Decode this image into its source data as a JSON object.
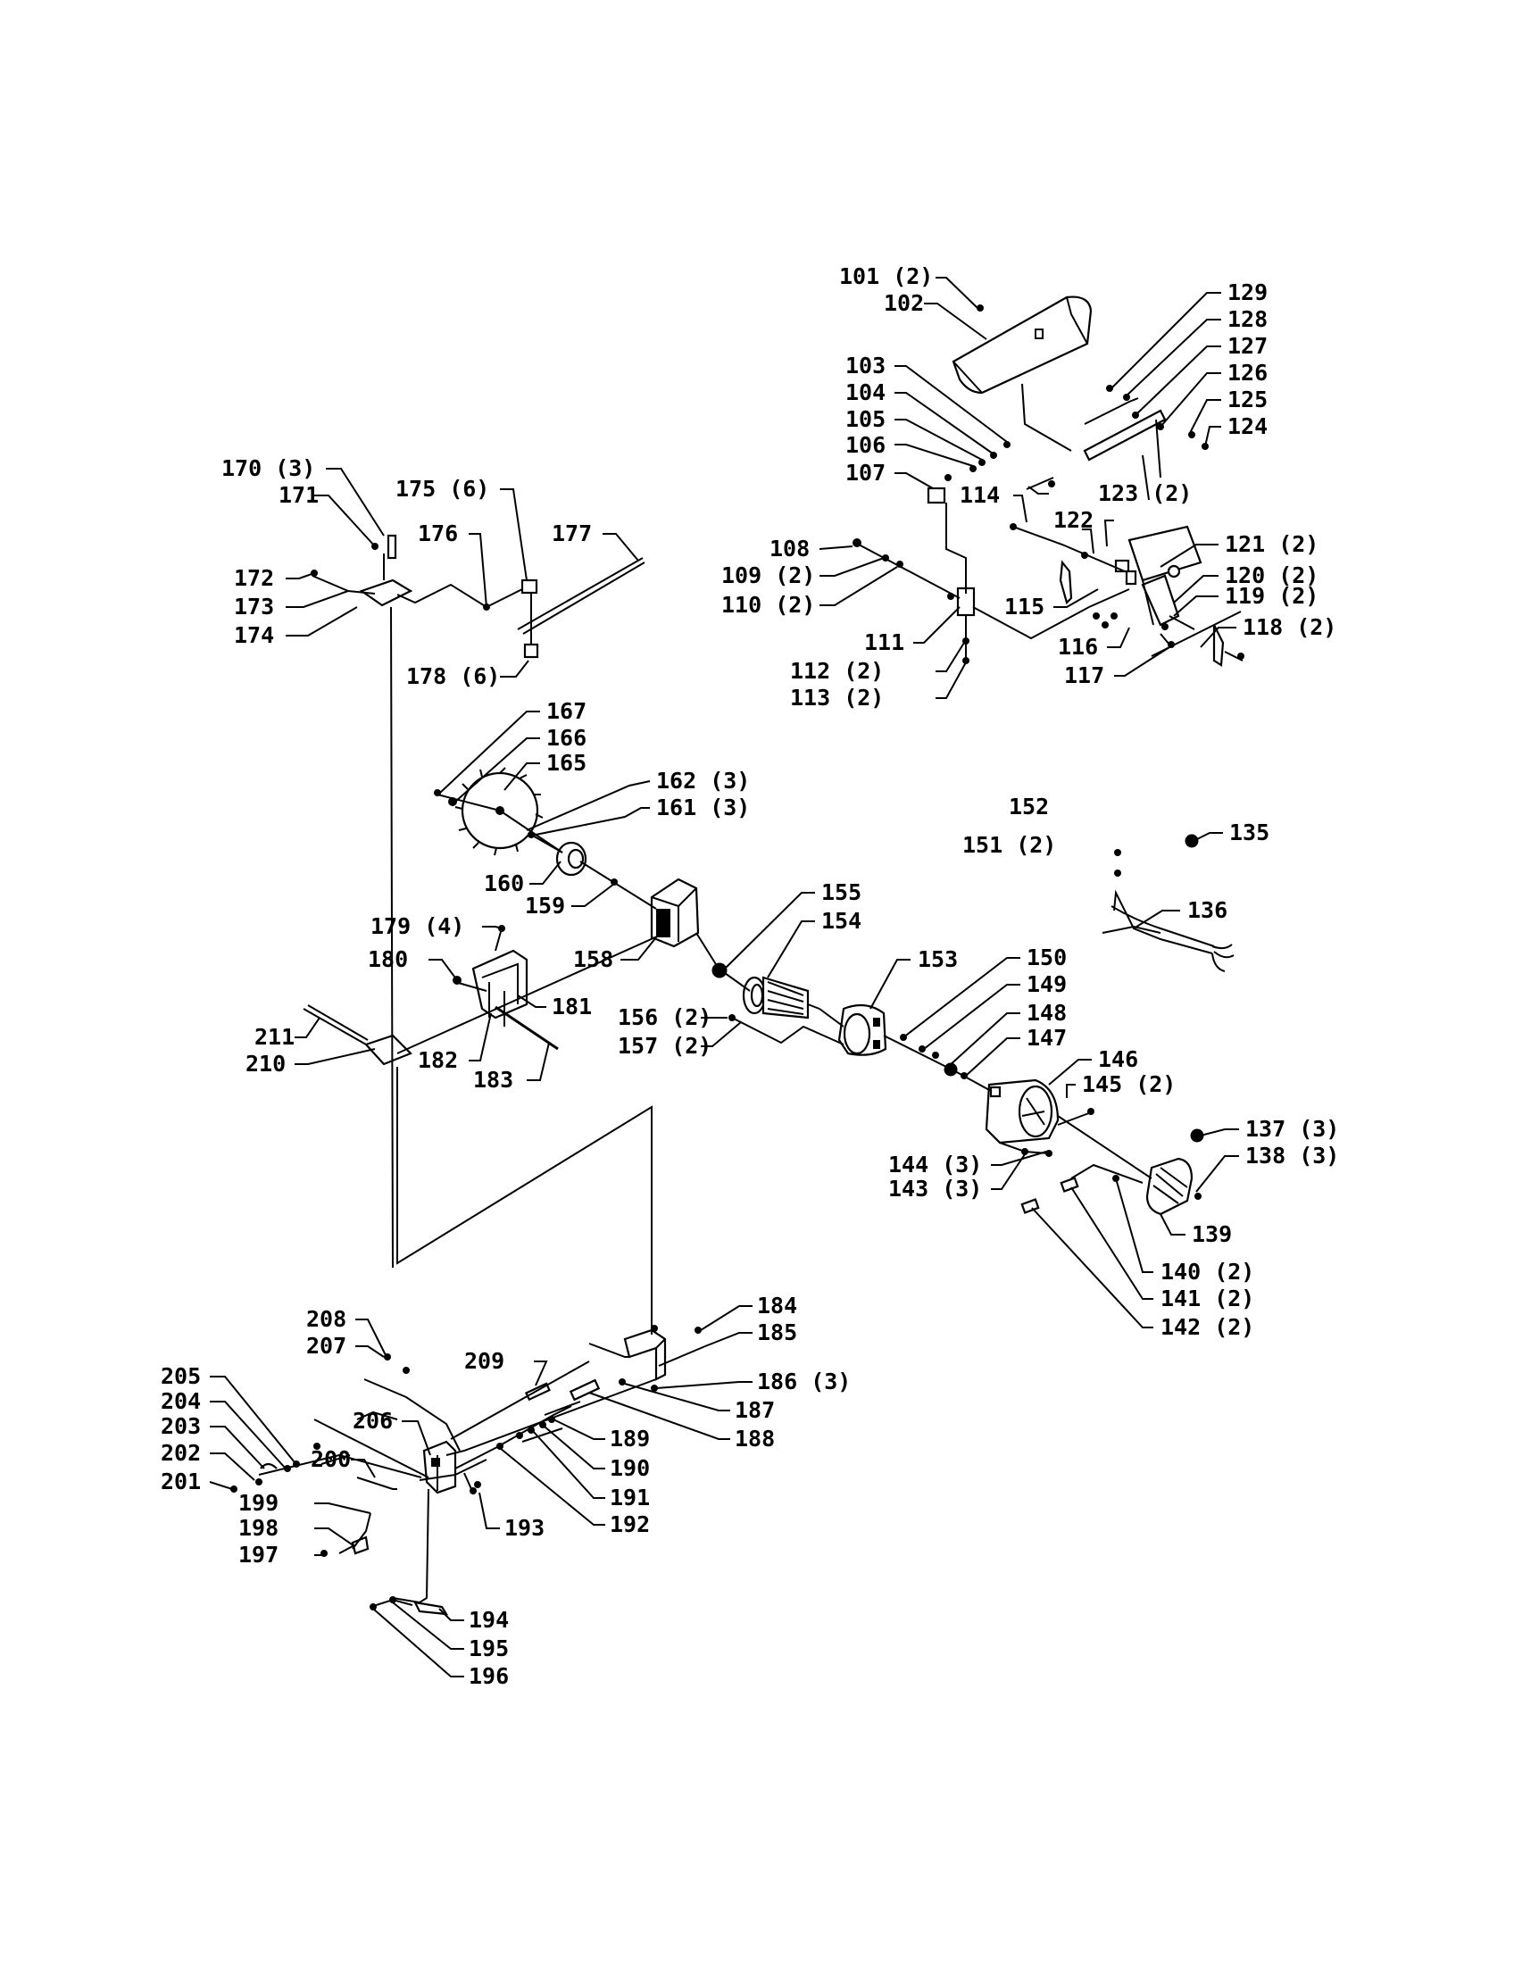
{
  "diagram": {
    "labels": [
      {
        "id": "101",
        "text": "101 (2)"
      },
      {
        "id": "102",
        "text": "102"
      },
      {
        "id": "103",
        "text": "103"
      },
      {
        "id": "104",
        "text": "104"
      },
      {
        "id": "105",
        "text": "105"
      },
      {
        "id": "106",
        "text": "106"
      },
      {
        "id": "107",
        "text": "107"
      },
      {
        "id": "108",
        "text": "108"
      },
      {
        "id": "109",
        "text": "109 (2)"
      },
      {
        "id": "110",
        "text": "110 (2)"
      },
      {
        "id": "111",
        "text": "111"
      },
      {
        "id": "112",
        "text": "112 (2)"
      },
      {
        "id": "113",
        "text": "113 (2)"
      },
      {
        "id": "114",
        "text": "114"
      },
      {
        "id": "115",
        "text": "115"
      },
      {
        "id": "116",
        "text": "116"
      },
      {
        "id": "117",
        "text": "117"
      },
      {
        "id": "118",
        "text": "118 (2)"
      },
      {
        "id": "119",
        "text": "119 (2)"
      },
      {
        "id": "120",
        "text": "120 (2)"
      },
      {
        "id": "121",
        "text": "121 (2)"
      },
      {
        "id": "122",
        "text": "122"
      },
      {
        "id": "123",
        "text": "123 (2)"
      },
      {
        "id": "124",
        "text": "124"
      },
      {
        "id": "125",
        "text": "125"
      },
      {
        "id": "126",
        "text": "126"
      },
      {
        "id": "127",
        "text": "127"
      },
      {
        "id": "128",
        "text": "128"
      },
      {
        "id": "129",
        "text": "129"
      },
      {
        "id": "135",
        "text": "135"
      },
      {
        "id": "136",
        "text": "136"
      },
      {
        "id": "137",
        "text": "137 (3)"
      },
      {
        "id": "138",
        "text": "138 (3)"
      },
      {
        "id": "139",
        "text": "139"
      },
      {
        "id": "140",
        "text": "140 (2)"
      },
      {
        "id": "141",
        "text": "141 (2)"
      },
      {
        "id": "142",
        "text": "142 (2)"
      },
      {
        "id": "143",
        "text": "143 (3)"
      },
      {
        "id": "144",
        "text": "144 (3)"
      },
      {
        "id": "145",
        "text": "145 (2)"
      },
      {
        "id": "146",
        "text": "146"
      },
      {
        "id": "147",
        "text": "147"
      },
      {
        "id": "148",
        "text": "148"
      },
      {
        "id": "149",
        "text": "149"
      },
      {
        "id": "150",
        "text": "150"
      },
      {
        "id": "151",
        "text": "151 (2)"
      },
      {
        "id": "152",
        "text": "152"
      },
      {
        "id": "153",
        "text": "153"
      },
      {
        "id": "154",
        "text": "154"
      },
      {
        "id": "155",
        "text": "155"
      },
      {
        "id": "156",
        "text": "156 (2)"
      },
      {
        "id": "157",
        "text": "157 (2)"
      },
      {
        "id": "158",
        "text": "158"
      },
      {
        "id": "159",
        "text": "159"
      },
      {
        "id": "160",
        "text": "160"
      },
      {
        "id": "161",
        "text": "161 (3)"
      },
      {
        "id": "162",
        "text": "162 (3)"
      },
      {
        "id": "165",
        "text": "165"
      },
      {
        "id": "166",
        "text": "166"
      },
      {
        "id": "167",
        "text": "167"
      },
      {
        "id": "170",
        "text": "170 (3)"
      },
      {
        "id": "171",
        "text": "171"
      },
      {
        "id": "172",
        "text": "172"
      },
      {
        "id": "173",
        "text": "173"
      },
      {
        "id": "174",
        "text": "174"
      },
      {
        "id": "175",
        "text": "175 (6)"
      },
      {
        "id": "176",
        "text": "176"
      },
      {
        "id": "177",
        "text": "177"
      },
      {
        "id": "178",
        "text": "178 (6)"
      },
      {
        "id": "179",
        "text": "179 (4)"
      },
      {
        "id": "180",
        "text": "180"
      },
      {
        "id": "181",
        "text": "181"
      },
      {
        "id": "182",
        "text": "182"
      },
      {
        "id": "183",
        "text": "183"
      },
      {
        "id": "184",
        "text": "184"
      },
      {
        "id": "185",
        "text": "185"
      },
      {
        "id": "186",
        "text": "186 (3)"
      },
      {
        "id": "187",
        "text": "187"
      },
      {
        "id": "188",
        "text": "188"
      },
      {
        "id": "189",
        "text": "189"
      },
      {
        "id": "190",
        "text": "190"
      },
      {
        "id": "191",
        "text": "191"
      },
      {
        "id": "192",
        "text": "192"
      },
      {
        "id": "193",
        "text": "193"
      },
      {
        "id": "194",
        "text": "194"
      },
      {
        "id": "195",
        "text": "195"
      },
      {
        "id": "196",
        "text": "196"
      },
      {
        "id": "197",
        "text": "197"
      },
      {
        "id": "198",
        "text": "198"
      },
      {
        "id": "199",
        "text": "199"
      },
      {
        "id": "200",
        "text": "200"
      },
      {
        "id": "201",
        "text": "201"
      },
      {
        "id": "202",
        "text": "202"
      },
      {
        "id": "203",
        "text": "203"
      },
      {
        "id": "204",
        "text": "204"
      },
      {
        "id": "205",
        "text": "205"
      },
      {
        "id": "206",
        "text": "206"
      },
      {
        "id": "207",
        "text": "207"
      },
      {
        "id": "208",
        "text": "208"
      },
      {
        "id": "209",
        "text": "209"
      },
      {
        "id": "210",
        "text": "210"
      },
      {
        "id": "211",
        "text": "211"
      }
    ]
  }
}
